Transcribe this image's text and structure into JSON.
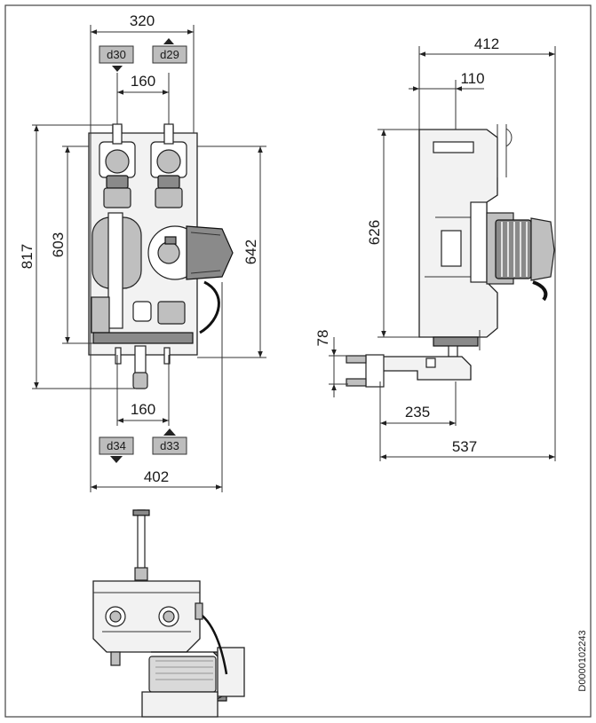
{
  "dimensions": {
    "front_width_top": "320",
    "front_spacing_top": "160",
    "front_height_total": "817",
    "front_height_body": "603",
    "front_height_right": "642",
    "front_spacing_bottom": "160",
    "front_width_bottom": "402",
    "side_depth_total": "412",
    "side_offset_top": "110",
    "side_height": "626",
    "side_bracket_height": "78",
    "side_bracket_depth": "235",
    "side_depth_bottom": "537"
  },
  "connections": {
    "top_left": "d30",
    "top_right": "d29",
    "bottom_left": "d34",
    "bottom_right": "d33"
  },
  "document_id": "D0000102243",
  "colors": {
    "line": "#333333",
    "tag_fill": "#bdbdbd",
    "background": "#ffffff"
  }
}
